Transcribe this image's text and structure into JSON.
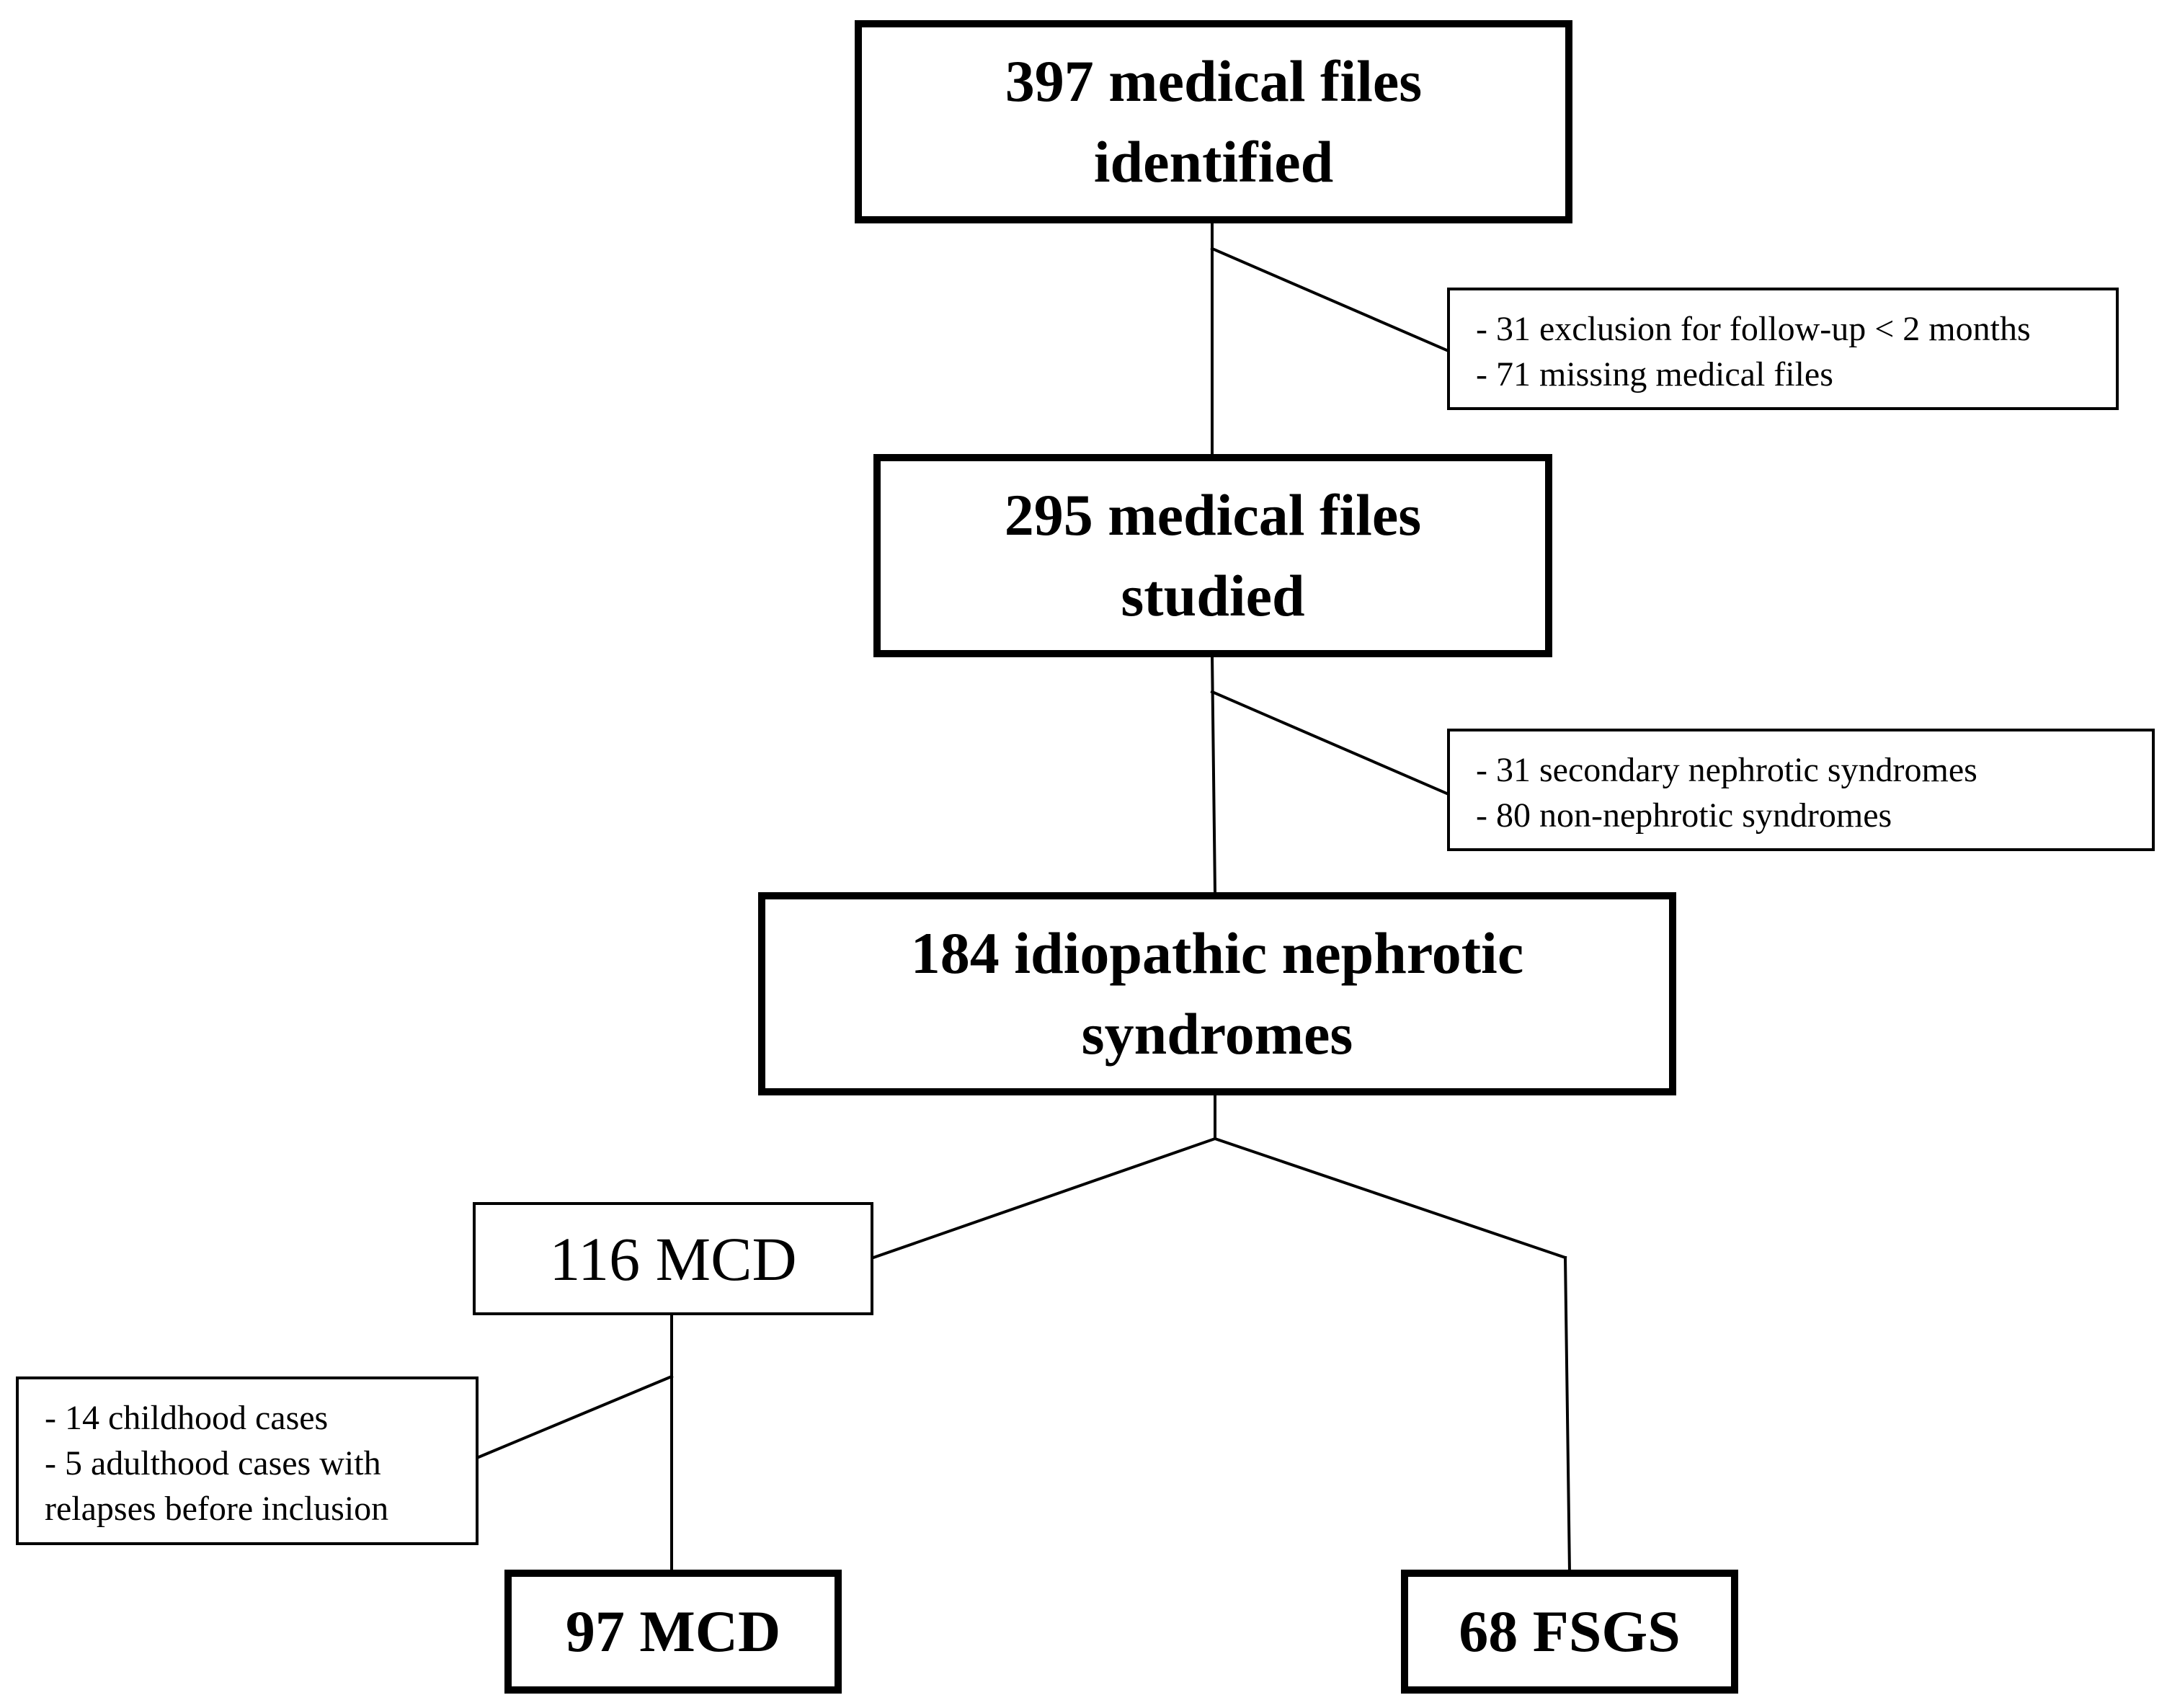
{
  "flowchart": {
    "nodes": {
      "identified": {
        "lines": [
          "397 medical files",
          "identified"
        ]
      },
      "studied": {
        "lines": [
          "295 medical files",
          "studied"
        ]
      },
      "idiopathic": {
        "lines": [
          "184 idiopathic nephrotic",
          "syndromes"
        ]
      },
      "mcd_initial": {
        "lines": [
          "116 MCD"
        ]
      },
      "mcd_final": {
        "lines": [
          "97 MCD"
        ]
      },
      "fsgs": {
        "lines": [
          "68 FSGS"
        ]
      }
    },
    "exclusions": {
      "first": {
        "lines": [
          "- 31 exclusion for follow-up < 2 months",
          "- 71 missing medical files"
        ]
      },
      "second": {
        "lines": [
          "- 31 secondary nephrotic syndromes",
          "- 80 non-nephrotic syndromes"
        ]
      },
      "third": {
        "lines": [
          "- 14 childhood cases",
          "- 5 adulthood cases with",
          "relapses before inclusion"
        ]
      }
    }
  }
}
